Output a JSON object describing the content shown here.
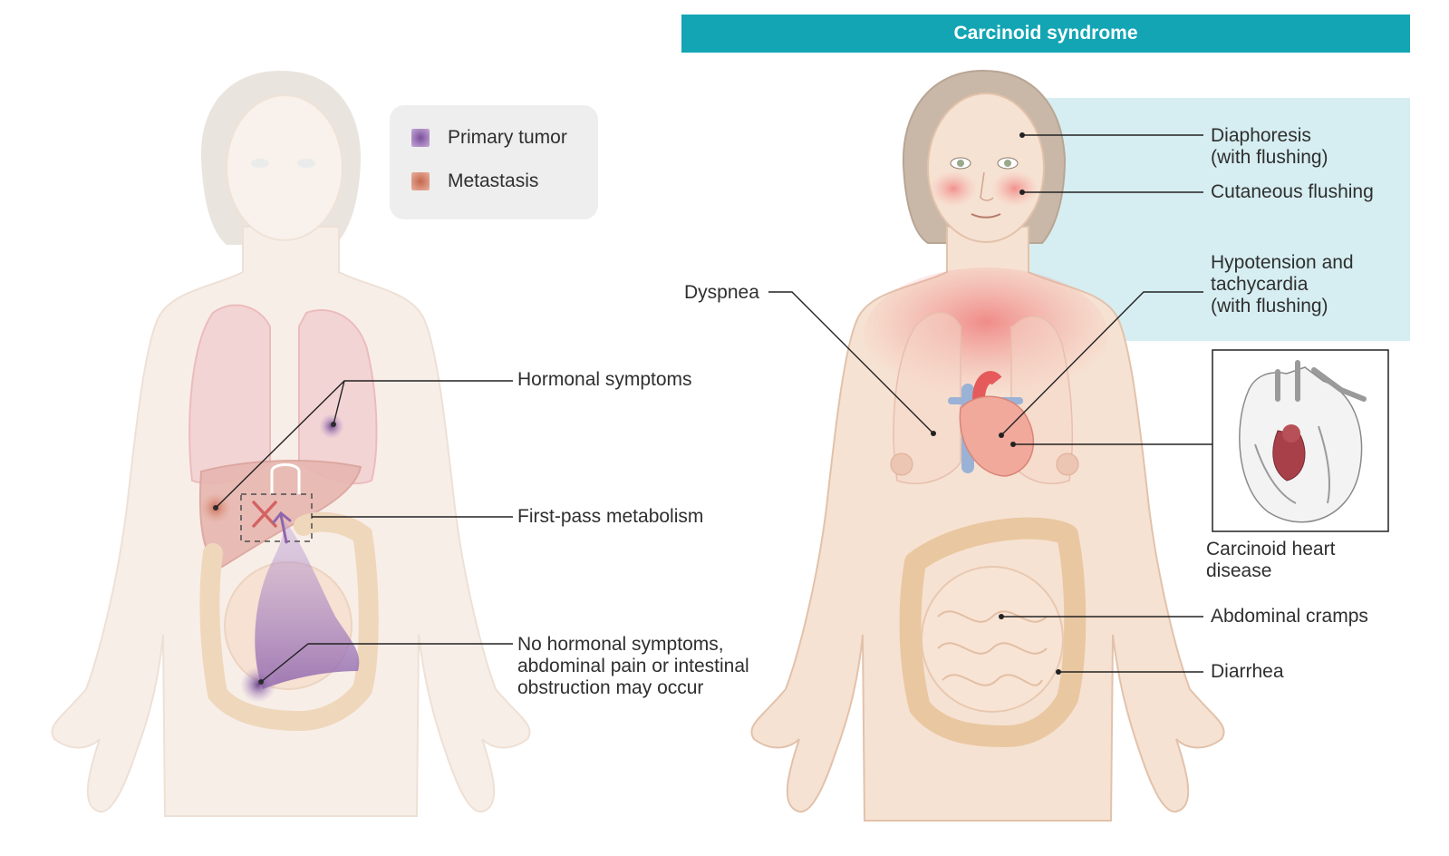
{
  "title": "Carcinoid syndrome",
  "legend": {
    "items": [
      {
        "label": "Primary tumor",
        "color": "#8a5ea8"
      },
      {
        "label": "Metastasis",
        "color": "#c97a66"
      }
    ]
  },
  "left_labels": {
    "hormonal": "Hormonal symptoms",
    "first_pass": "First-pass metabolism",
    "no_hormonal": "No hormonal symptoms,\nabdominal pain or intestinal\nobstruction may occur"
  },
  "right_labels": {
    "diaphoresis": "Diaphoresis\n(with flushing)",
    "cutaneous": "Cutaneous flushing",
    "hypotension": "Hypotension and\ntachycardia\n(with flushing)",
    "dyspnea": "Dyspnea",
    "heart_disease": "Carcinoid heart\ndisease",
    "cramps": "Abdominal cramps",
    "diarrhea": "Diarrhea"
  },
  "colors": {
    "accent": "#13a5b4",
    "highlight_panel": "#d6eef1",
    "skin": "#f6e2d2",
    "skin_faded": "#f8eee7",
    "hair": "#c9b8a8",
    "flush": "#ef7f7f",
    "lung": "#f3c7c7",
    "liver": "#d98f86",
    "colon": "#e9c7a1",
    "tumor": "#8a5ea8"
  }
}
